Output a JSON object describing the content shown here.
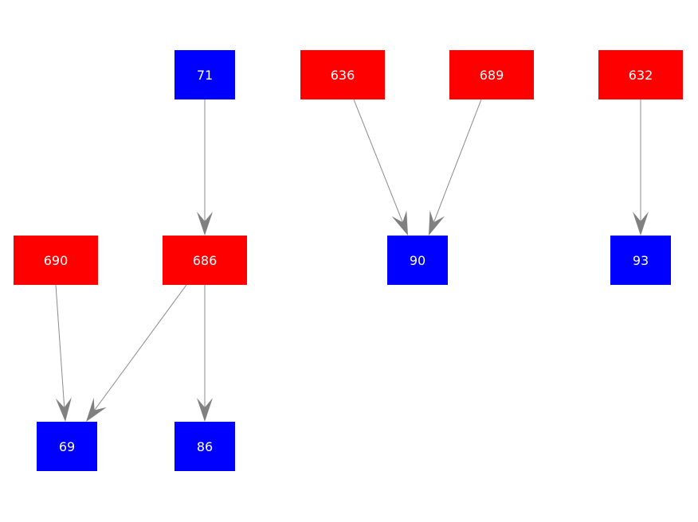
{
  "colors": {
    "red_node": "#ff0000",
    "blue_node": "#0000ff",
    "edge": "#808080",
    "label": "#ffffff",
    "background": "#ffffff"
  },
  "nodes": [
    {
      "id": "71",
      "label": "71",
      "color": "blue"
    },
    {
      "id": "636",
      "label": "636",
      "color": "red"
    },
    {
      "id": "689",
      "label": "689",
      "color": "red"
    },
    {
      "id": "632",
      "label": "632",
      "color": "red"
    },
    {
      "id": "690",
      "label": "690",
      "color": "red"
    },
    {
      "id": "686",
      "label": "686",
      "color": "red"
    },
    {
      "id": "90",
      "label": "90",
      "color": "blue"
    },
    {
      "id": "93",
      "label": "93",
      "color": "blue"
    },
    {
      "id": "69",
      "label": "69",
      "color": "blue"
    },
    {
      "id": "86",
      "label": "86",
      "color": "blue"
    }
  ],
  "edges": [
    {
      "from": "71",
      "to": "686"
    },
    {
      "from": "636",
      "to": "90"
    },
    {
      "from": "689",
      "to": "90"
    },
    {
      "from": "632",
      "to": "93"
    },
    {
      "from": "690",
      "to": "69"
    },
    {
      "from": "686",
      "to": "69"
    },
    {
      "from": "686",
      "to": "86"
    }
  ]
}
